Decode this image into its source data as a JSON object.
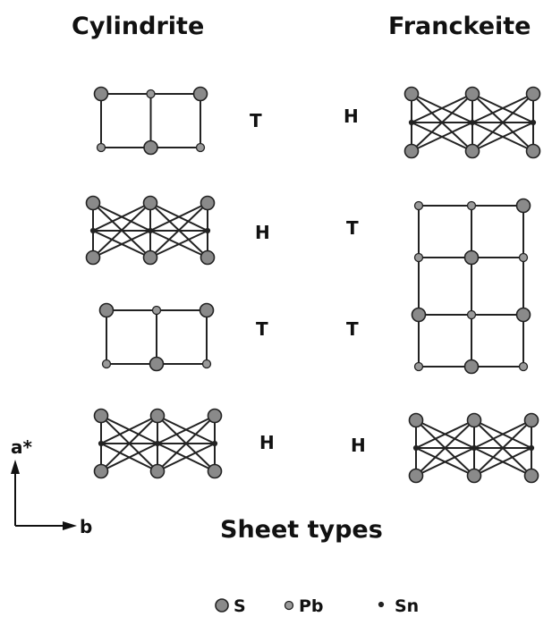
{
  "columns": {
    "left_title": "Cylindrite",
    "right_title": "Franckeite"
  },
  "rows": [
    {
      "left_type": "T",
      "right_type": "H"
    },
    {
      "left_type": "H",
      "right_type": "T"
    },
    {
      "left_type": "T",
      "right_type": "T"
    },
    {
      "left_type": "H",
      "right_type": "H"
    }
  ],
  "caption": "Sheet types",
  "axes": {
    "vertical": "a*",
    "horizontal": "b"
  },
  "legend": [
    {
      "symbol": "large-circle",
      "label": "S"
    },
    {
      "symbol": "medium-circle",
      "label": "Pb"
    },
    {
      "symbol": "small-dot",
      "label": "Sn"
    }
  ]
}
